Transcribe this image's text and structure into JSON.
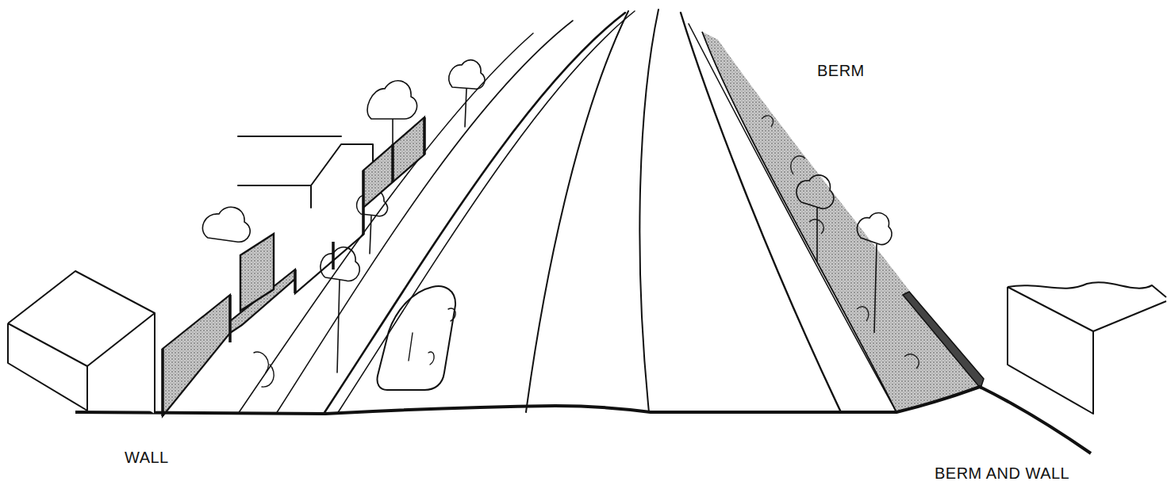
{
  "diagram": {
    "labels": [
      "BERM",
      "WALL",
      "BERM AND WALL"
    ]
  }
}
